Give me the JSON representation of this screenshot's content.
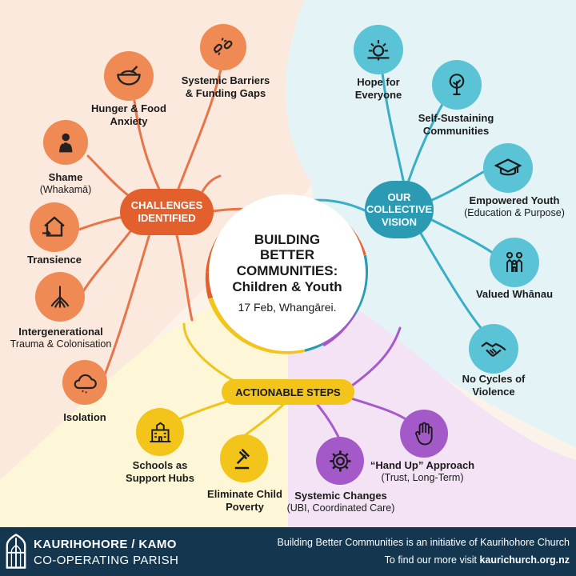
{
  "center": {
    "title_lines": [
      "BUILDING",
      "BETTER",
      "COMMUNITIES:",
      "Children & Youth"
    ],
    "subtitle": "17 Feb, Whangārei."
  },
  "hubs": {
    "challenges": {
      "lines": [
        "CHALLENGES",
        "IDENTIFIED"
      ],
      "color": "#e35f2b"
    },
    "vision": {
      "lines": [
        "OUR",
        "COLLECTIVE",
        "VISION"
      ],
      "color": "#2a9bb3"
    },
    "steps": {
      "lines": [
        "ACTIONABLE STEPS"
      ],
      "color": "#f3c419"
    }
  },
  "challenges": [
    {
      "title": "Hunger & Food",
      "title2": "Anxiety",
      "sub": "",
      "icon": "bowl-icon"
    },
    {
      "title": "Systemic Barriers",
      "title2": "& Funding Gaps",
      "sub": "",
      "icon": "broken-chain-icon"
    },
    {
      "title": "Shame",
      "title2": "",
      "sub": "(Whakamā)",
      "icon": "distressed-person-icon"
    },
    {
      "title": "Transience",
      "title2": "",
      "sub": "",
      "icon": "house-icon"
    },
    {
      "title": "Intergenerational",
      "title2": "",
      "sub": "Trauma & Colonisation",
      "icon": "roots-icon"
    },
    {
      "title": "Isolation",
      "title2": "",
      "sub": "",
      "icon": "cloud-icon"
    }
  ],
  "vision": [
    {
      "title": "Hope for",
      "title2": "Everyone",
      "sub": "",
      "icon": "sun-icon"
    },
    {
      "title": "Self-Sustaining",
      "title2": "Communities",
      "sub": "",
      "icon": "tree-icon"
    },
    {
      "title": "Empowered Youth",
      "title2": "",
      "sub": "(Education & Purpose)",
      "icon": "graduation-cap-icon"
    },
    {
      "title": "Valued Whānau",
      "title2": "",
      "sub": "",
      "icon": "family-icon"
    },
    {
      "title": "No Cycles of",
      "title2": "Violence",
      "sub": "",
      "icon": "handshake-icon"
    }
  ],
  "steps": [
    {
      "title": "Schools as",
      "title2": "Support Hubs",
      "sub": "",
      "icon": "school-icon"
    },
    {
      "title": "Eliminate Child",
      "title2": "Poverty",
      "sub": "",
      "icon": "gavel-icon"
    },
    {
      "title": "Systemic Changes",
      "title2": "",
      "sub": "(UBI, Coordinated Care)",
      "icon": "gear-icon"
    },
    {
      "title": "“Hand Up” Approach",
      "title2": "",
      "sub": "(Trust, Long-Term)",
      "icon": "raised-hand-icon"
    }
  ],
  "footer": {
    "org_line1": "KAURIHOHORE / KAMO",
    "org_line2": "CO-OPERATING PARISH",
    "info_line1": "Building Better Communities is an initiative of Kaurihohore Church",
    "info_line2_prefix": "To find our more visit",
    "info_link": "kaurichurch.org.nz"
  },
  "colors": {
    "orange": "#e35f2b",
    "orange_icon": "#f08a55",
    "teal": "#2a9bb3",
    "teal_icon": "#5bc3d6",
    "yellow": "#f3c419",
    "purple": "#a35ac8",
    "navy": "#14364f"
  }
}
